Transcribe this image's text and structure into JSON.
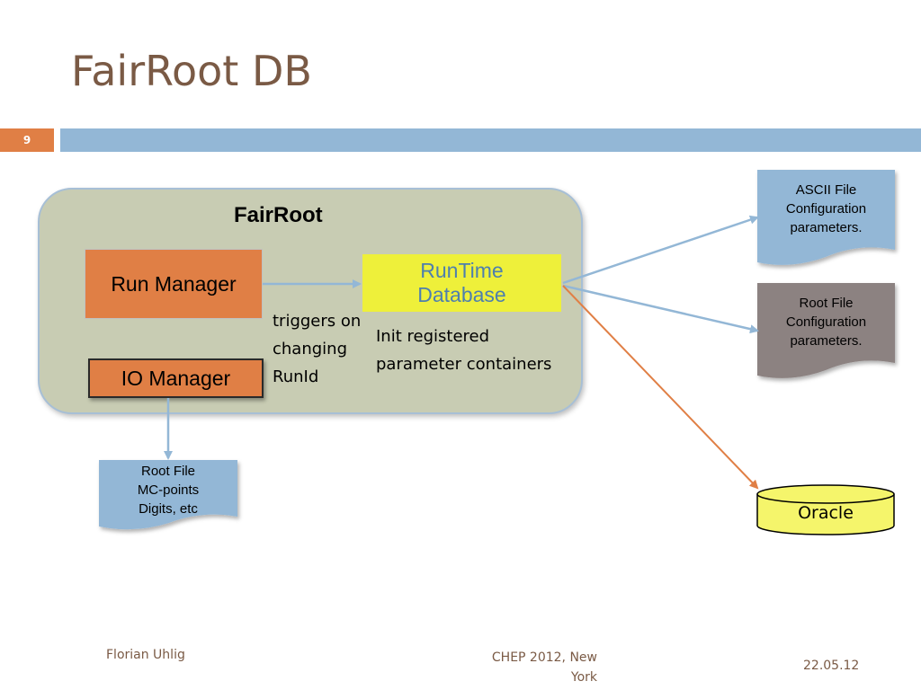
{
  "slide": {
    "title": "FairRoot DB",
    "number": "9"
  },
  "diagram": {
    "container_label": "FairRoot",
    "run_manager": "Run Manager",
    "io_manager": "IO Manager",
    "runtime_db": {
      "line1": "RunTime",
      "line2": "Database"
    },
    "triggers_note": [
      "triggers on",
      "changing",
      "RunId"
    ],
    "init_note": [
      "Init registered",
      "parameter containers"
    ],
    "ascii_doc": [
      "ASCII File",
      "Configuration",
      "parameters."
    ],
    "root_config_doc": [
      "Root File",
      "Configuration",
      "parameters."
    ],
    "root_output_doc": [
      "Root File",
      "MC-points",
      "Digits, etc"
    ],
    "oracle": "Oracle"
  },
  "footer": {
    "author": "Florian Uhlig",
    "conference_line1": "CHEP 2012, New",
    "conference_line2": "York",
    "date": "22.05.12"
  },
  "colors": {
    "title": "#7a5a45",
    "accent_orange": "#e07f45",
    "bar_blue": "#93b7d6",
    "container_fill": "#c8ccb3",
    "runtime_fill": "#eef03a",
    "runtime_text": "#4e7fae",
    "root_config_fill": "#8c8281",
    "oracle_fill": "#f5f56b"
  }
}
